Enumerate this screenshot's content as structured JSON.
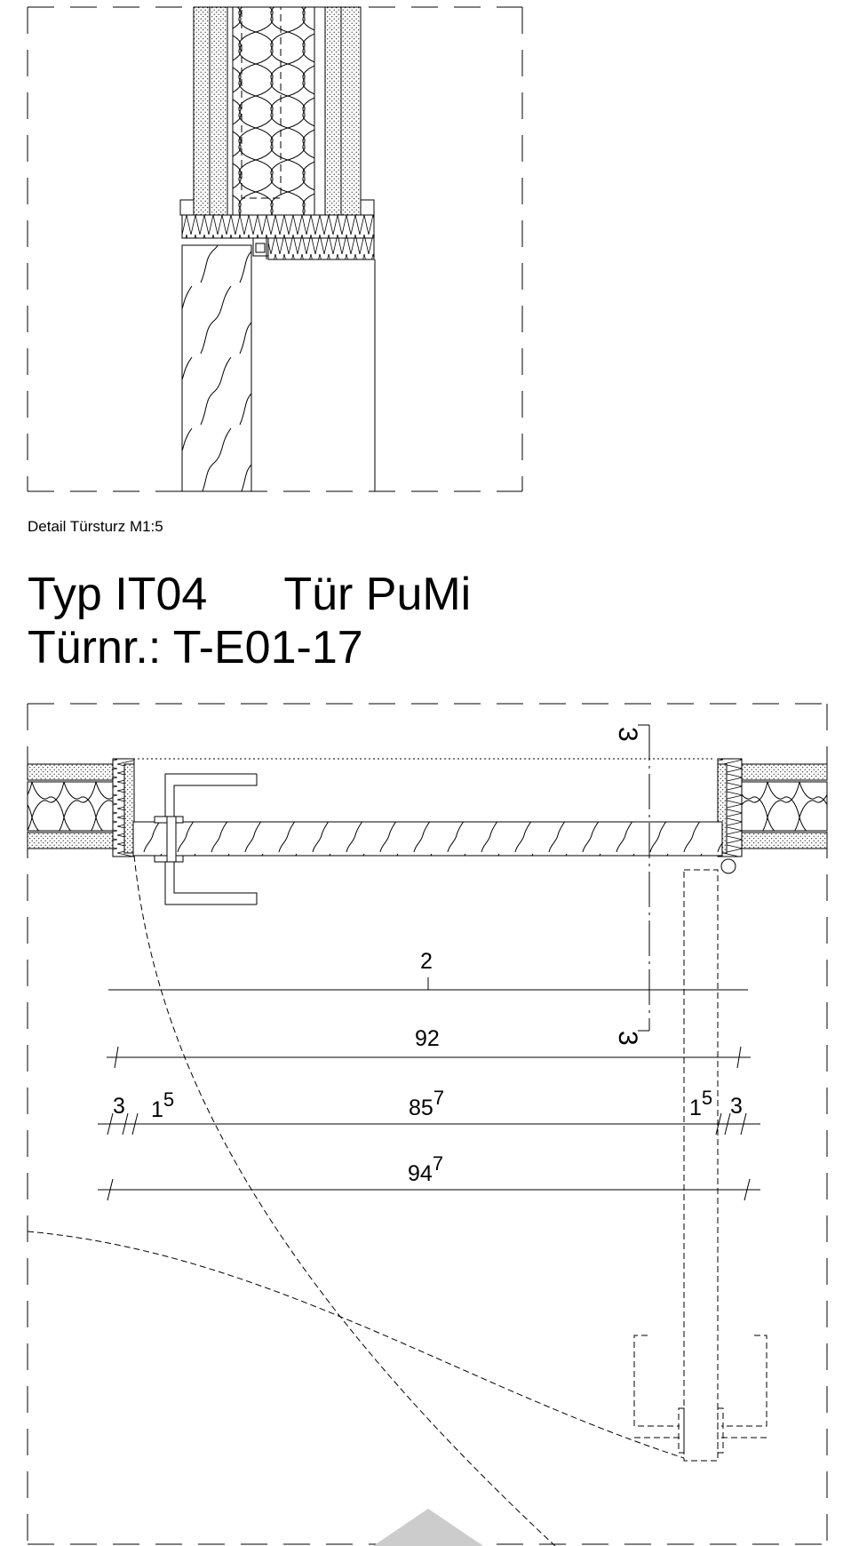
{
  "detail": {
    "caption": "Detail Türsturz M1:5"
  },
  "header": {
    "type_label": "Typ IT04",
    "door_name": "Tür PuMi",
    "door_number": "Türnr.: T-E01-17"
  },
  "plan": {
    "section_marker": "3",
    "dimensions": {
      "rebate": "2",
      "clear_width": "92",
      "frame_left": "3",
      "gap_left": "1",
      "gap_left_sup": "5",
      "leaf_width": "85",
      "leaf_width_sup": "7",
      "gap_right": "1",
      "gap_right_sup": "5",
      "frame_right": "3",
      "overall_width": "94",
      "overall_width_sup": "7"
    }
  },
  "colors": {
    "line": "#000000",
    "dash_frame": "#000000",
    "watermark": "#cccccc"
  }
}
